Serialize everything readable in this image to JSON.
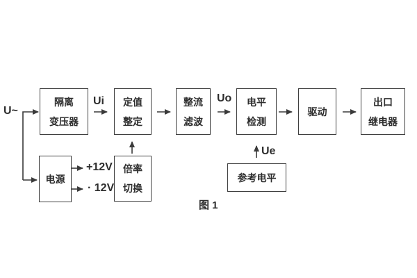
{
  "figure": {
    "caption": "图 1",
    "source_label": "U~",
    "signals": {
      "ui": "Ui",
      "uo": "Uo",
      "ue": "Ue"
    },
    "power_rails": {
      "positive": "+12V",
      "negative": "· 12V"
    },
    "blocks": {
      "isolation_transformer": {
        "line1": "隔离",
        "line2": "变压器"
      },
      "setting": {
        "line1": "定值",
        "line2": "整定"
      },
      "rectifier_filter": {
        "line1": "整流",
        "line2": "滤波"
      },
      "level_detection": {
        "line1": "电平",
        "line2": "检测"
      },
      "drive": {
        "label": "驱动"
      },
      "output_relay": {
        "line1": "出口",
        "line2": "继电器"
      },
      "power_supply": {
        "label": "电源"
      },
      "ratio_switch": {
        "line1": "倍率",
        "line2": "切换"
      },
      "reference_level": {
        "label": "参考电平"
      }
    },
    "colors": {
      "line": "#3a3a3a",
      "text": "#2e2e2e",
      "background": "#ffffff"
    }
  }
}
